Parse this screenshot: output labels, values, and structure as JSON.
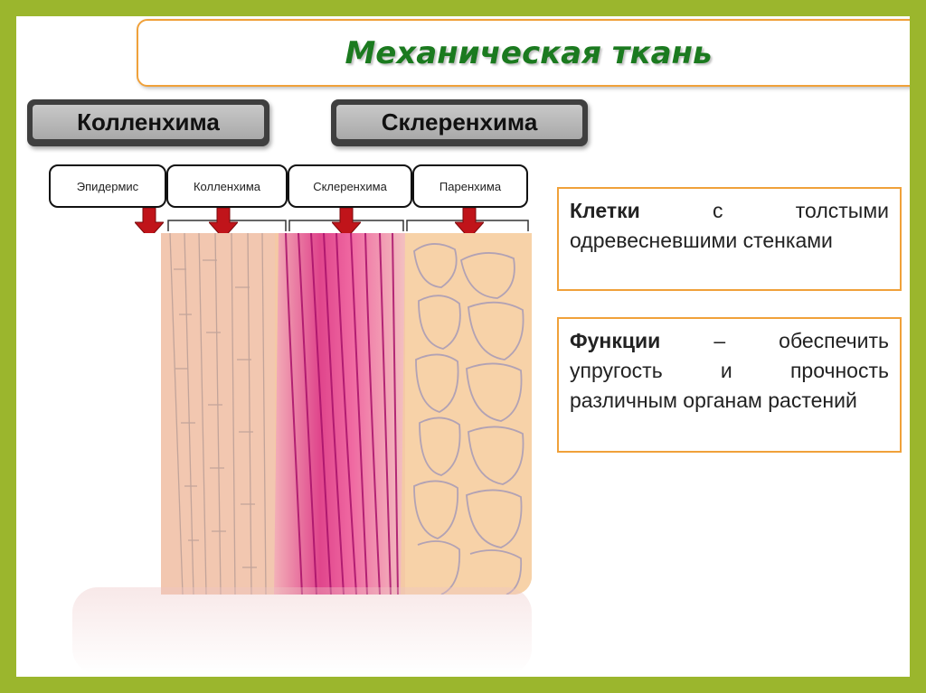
{
  "title": "Механическая ткань",
  "categories": {
    "left": "Колленхима",
    "right": "Склеренхима"
  },
  "tissue_labels": [
    "Эпидермис",
    "Колленхима",
    "Склеренхима",
    "Паренхима"
  ],
  "info": {
    "cells": {
      "bold": "Клетки",
      "text": "с толстыми одревесневшими стенками"
    },
    "functions": {
      "bold": "Функции",
      "text": "– обеспечить упругость и прочность различным органам растений"
    }
  },
  "colors": {
    "background": "#9bb62d",
    "title_text": "#1b7a1f",
    "accent_border": "#f0a13a",
    "arrow": "#c0141a",
    "sclerenchyma": "#e0458c",
    "tissue_base": "#f4c9a5"
  }
}
